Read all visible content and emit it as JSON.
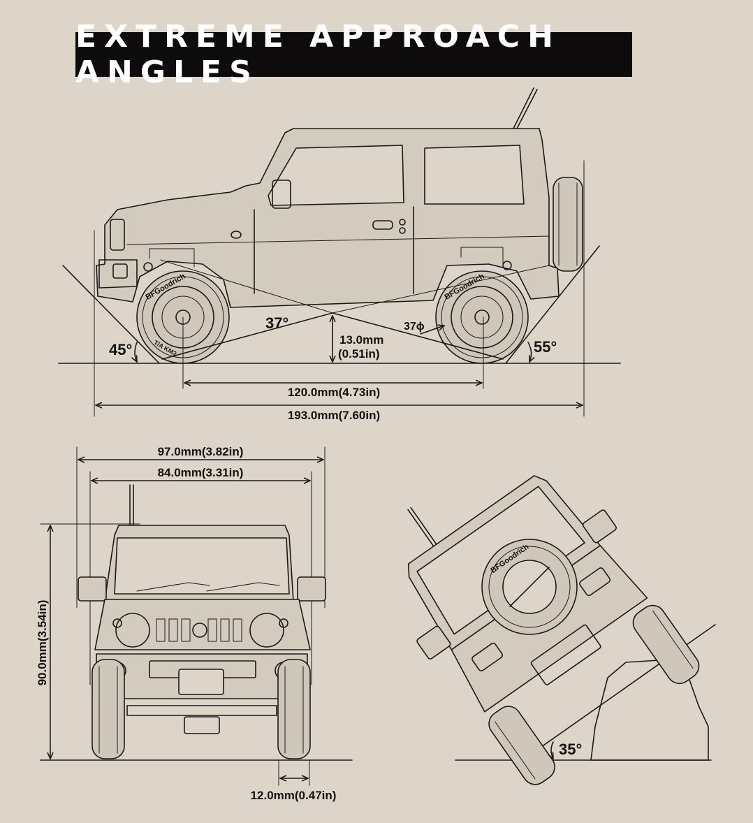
{
  "banner": {
    "title": "EXTREME APPROACH ANGLES"
  },
  "side_view": {
    "approach_angle": "45°",
    "breakover_angle": "37°",
    "departure_angle": "55°",
    "shock_angle": "37ϕ",
    "ground_clearance_mm": "13.0mm",
    "ground_clearance_in": "(0.51in)",
    "wheelbase": "120.0mm(4.73in)",
    "length": "193.0mm(7.60in)",
    "tire_brand": "BFGoodrich",
    "tire_model": "T/A KM3"
  },
  "front_view": {
    "overall_width": "97.0mm(3.82in)",
    "track_width": "84.0mm(3.31in)",
    "height": "90.0mm(3.54in)",
    "tire_width": "12.0mm(0.47in)"
  },
  "rear_view": {
    "climb_angle": "35°",
    "tire_brand": "BFGoodrich"
  },
  "colors": {
    "background": "#ddd5c9",
    "banner": "#0d0b0b",
    "line": "#1a1a1a",
    "hatch": "#8a8a8a"
  }
}
